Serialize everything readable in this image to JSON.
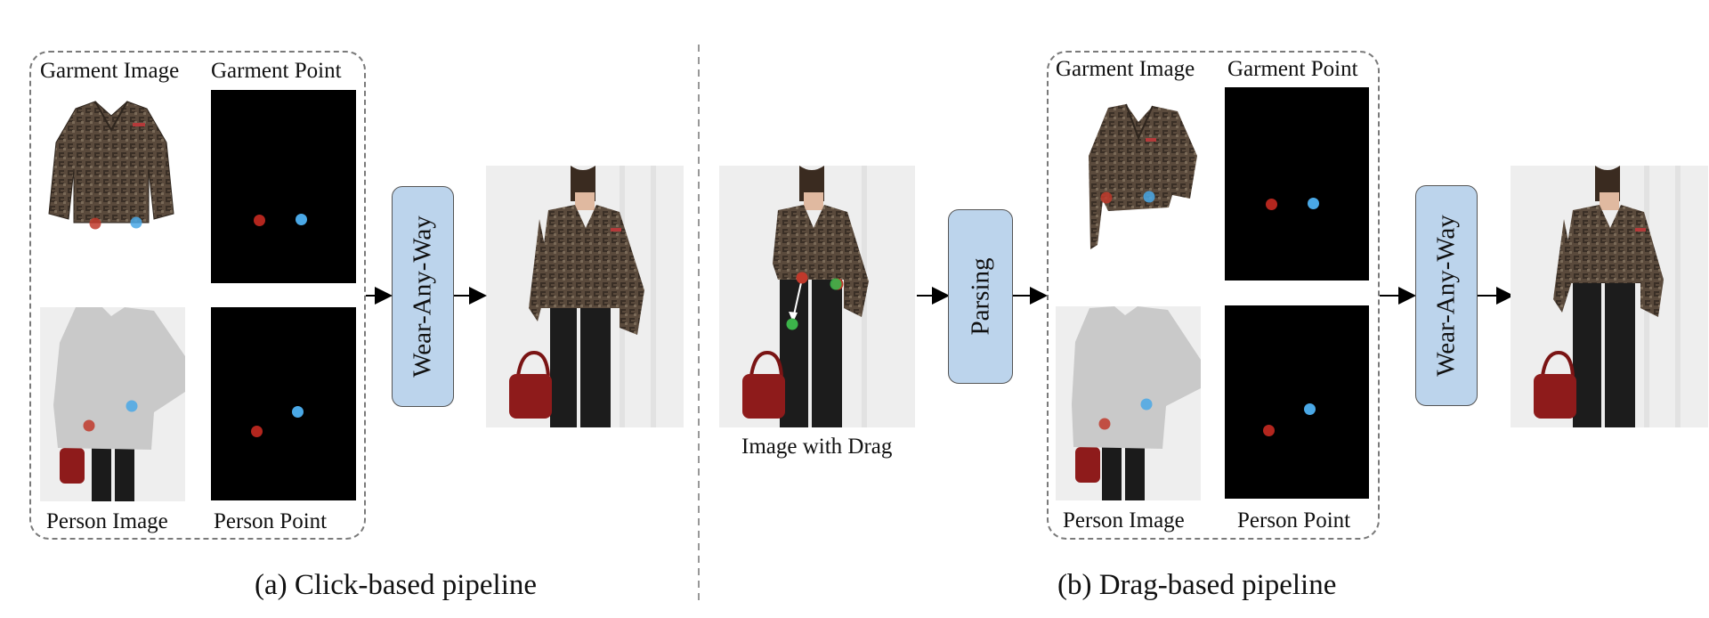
{
  "panel_a": {
    "garment_image_label": "Garment Image",
    "garment_point_label": "Garment Point",
    "person_image_label": "Person Image",
    "person_point_label": "Person Point",
    "model_label": "Wear-Any-Way",
    "caption": "(a) Click-based pipeline"
  },
  "panel_b": {
    "drag_image_label": "Image with Drag",
    "parsing_label": "Parsing",
    "garment_image_label": "Garment Image",
    "garment_point_label": "Garment Point",
    "person_image_label": "Person Image",
    "person_point_label": "Person Point",
    "model_label": "Wear-Any-Way",
    "caption": "(b) Drag-based pipeline"
  },
  "colors": {
    "point_red": "#b3261e",
    "point_blue": "#4aa8e6",
    "drag_green": "#3cb34a",
    "module_fill": "#bcd4ec"
  }
}
